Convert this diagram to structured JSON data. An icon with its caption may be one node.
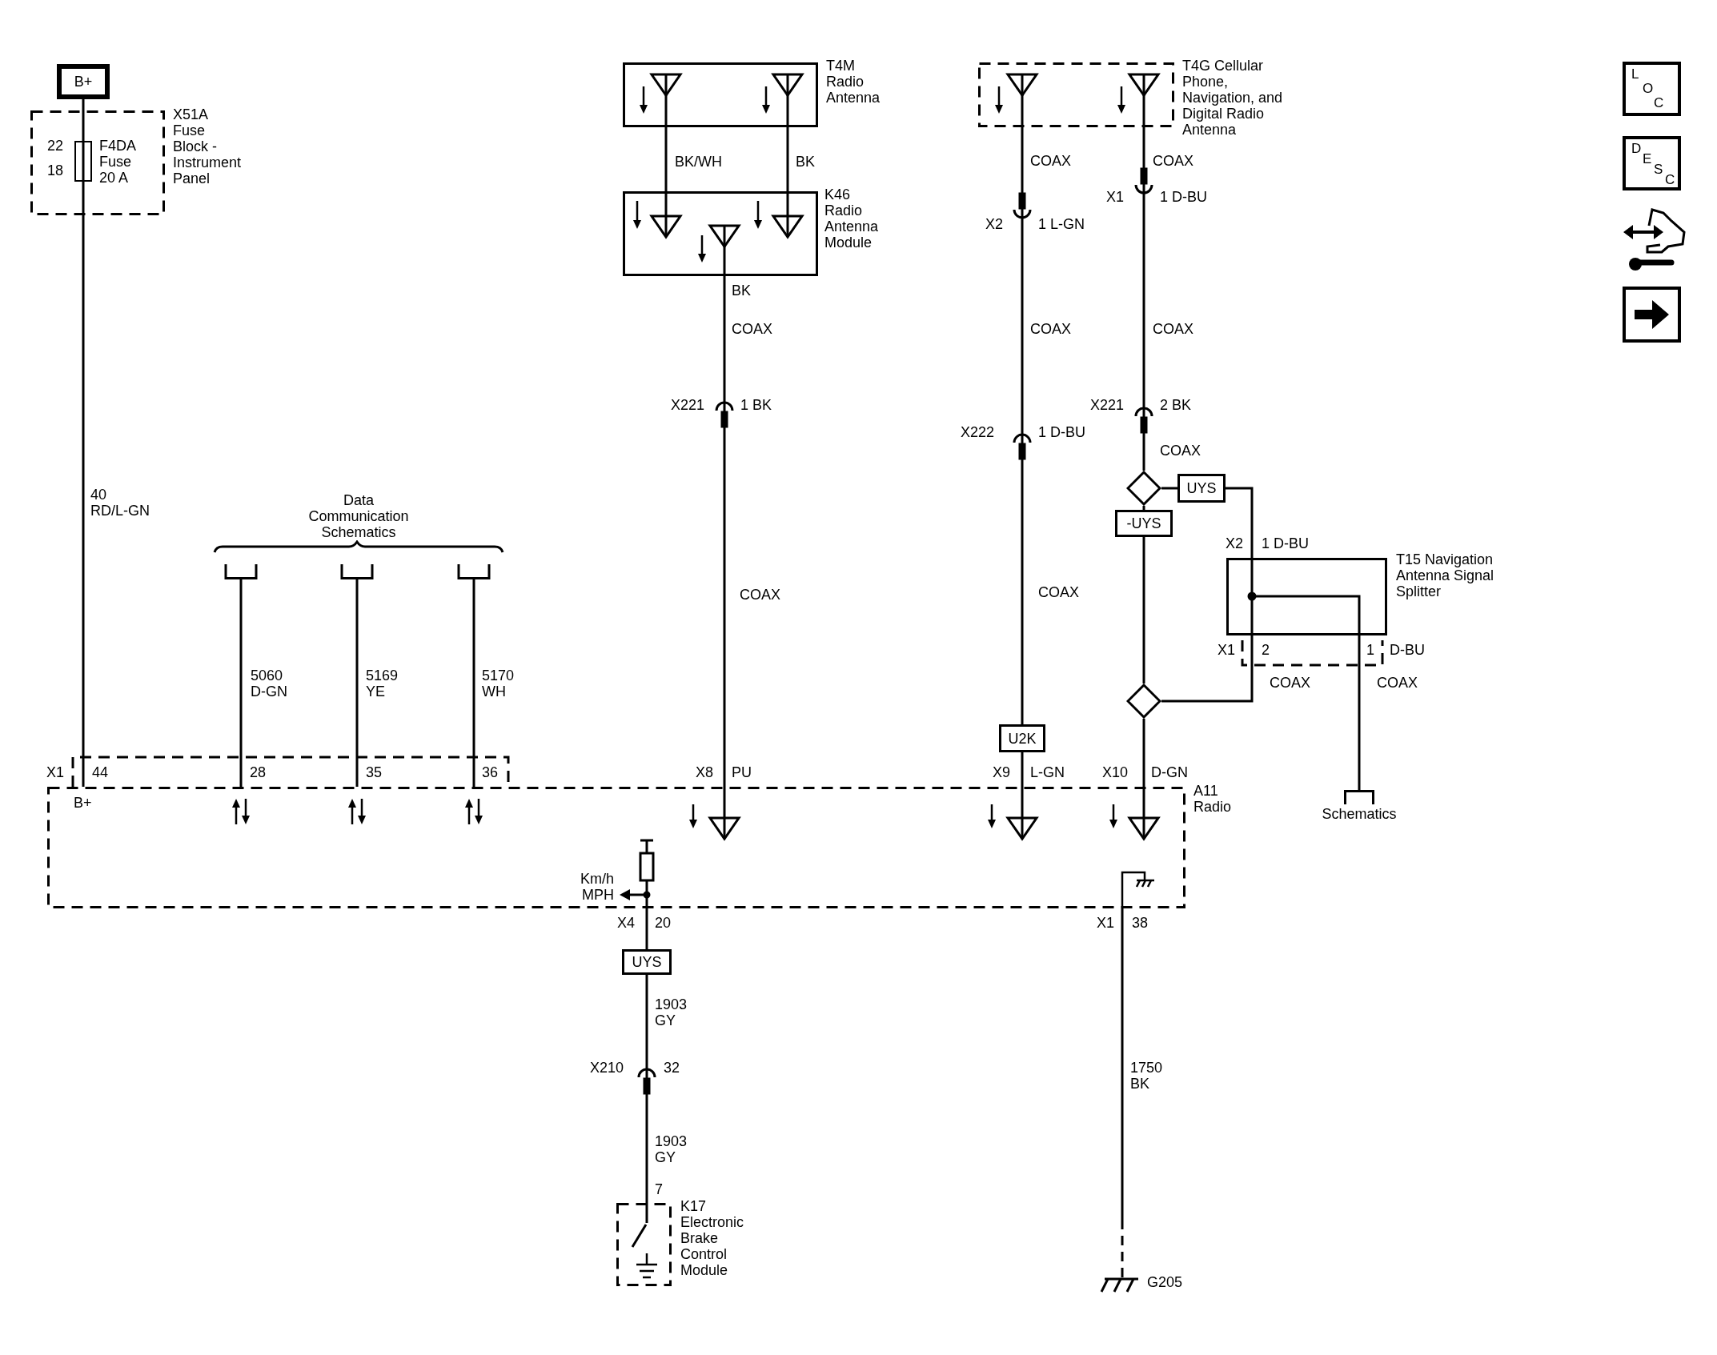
{
  "diagram": {
    "nodes": [
      {
        "text": [
          "B+"
        ]
      },
      {
        "text": [
          "X51A Fuse Block - Instrument Panel"
        ]
      },
      {
        "text": [
          "F4DA Fuse 20 A"
        ],
        "in": 1
      },
      {
        "text": [
          "T4M Radio Antenna"
        ]
      },
      {
        "text": [
          "K46 Radio Antenna Module"
        ]
      },
      {
        "text": [
          "T4G Cellular Phone, Navigation, and Digital Radio Antenna"
        ]
      },
      {
        "text": [
          "Data Communication Schematics"
        ]
      },
      {
        "text": [
          "UYS"
        ]
      },
      {
        "text": [
          "-UYS"
        ]
      },
      {
        "text": [],
        "shape": "diamond"
      },
      {
        "text": [],
        "shape": "diamond"
      },
      {
        "text": [
          "T15 Navigation Antenna Signal Splitter"
        ]
      },
      {
        "text": [
          "U2K"
        ]
      },
      {
        "text": [
          "Schematics"
        ]
      },
      {
        "text": [
          "A11 Radio"
        ]
      },
      {
        "text": [
          "UYS"
        ]
      },
      {
        "text": [
          "K17 Electronic Brake Control Module"
        ]
      },
      {
        "text": [
          "G205"
        ]
      }
    ],
    "edges": [
      {
        "from": 0,
        "to": 2,
        "arrow": "none"
      },
      {
        "from": 2,
        "to": 14,
        "arrow": "none"
      },
      {
        "from": 6,
        "to": 14,
        "arrow": "none"
      },
      {
        "from": 6,
        "to": 14,
        "arrow": "none"
      },
      {
        "from": 6,
        "to": 14,
        "arrow": "none"
      },
      {
        "from": 3,
        "to": 4,
        "arrow": "none"
      },
      {
        "from": 3,
        "to": 4,
        "arrow": "none"
      },
      {
        "from": 4,
        "to": 14,
        "arrow": "none"
      },
      {
        "from": 5,
        "to": 12,
        "arrow": "none"
      },
      {
        "from": 12,
        "to": 14,
        "arrow": "none"
      },
      {
        "from": 5,
        "to": 9,
        "arrow": "none"
      },
      {
        "from": 9,
        "to": 7,
        "arrow": "none"
      },
      {
        "from": 9,
        "to": 8,
        "arrow": "none"
      },
      {
        "from": 8,
        "to": 10,
        "arrow": "none"
      },
      {
        "from": 7,
        "to": 11,
        "arrow": "none"
      },
      {
        "from": 11,
        "to": 10,
        "arrow": "none"
      },
      {
        "from": 11,
        "to": 13,
        "arrow": "none"
      },
      {
        "from": 10,
        "to": 14,
        "arrow": "none"
      },
      {
        "from": 16,
        "to": 15,
        "arrow": "none"
      },
      {
        "from": 15,
        "to": 14,
        "arrow": "none"
      },
      {
        "from": 14,
        "to": 17,
        "arrow": "none"
      }
    ],
    "labels": [
      "22",
      "18",
      "40 RD/L-GN",
      "5060 D-GN",
      "5169 YE",
      "5170 WH",
      "BK/WH",
      "BK",
      "COAX",
      "COAX",
      "X1",
      "1 D-BU",
      "X2",
      "1 L-GN",
      "BK",
      "COAX",
      "COAX",
      "COAX",
      "X221",
      "1 BK",
      "X221",
      "2 BK",
      "X222",
      "1 D-BU",
      "COAX",
      "X2",
      "1 D-BU",
      "COAX",
      "COAX",
      "X1",
      "2",
      "1",
      "D-BU",
      "COAX",
      "COAX",
      "X1",
      "44",
      "28",
      "35",
      "36",
      "X8",
      "PU",
      "X9",
      "L-GN",
      "X10",
      "D-GN",
      "B+",
      "Km/h MPH",
      "X4",
      "20",
      "X1",
      "38",
      "1903 GY",
      "X210",
      "32",
      "1750 BK",
      "1903 GY",
      "7",
      "LOC",
      "DESC"
    ]
  }
}
